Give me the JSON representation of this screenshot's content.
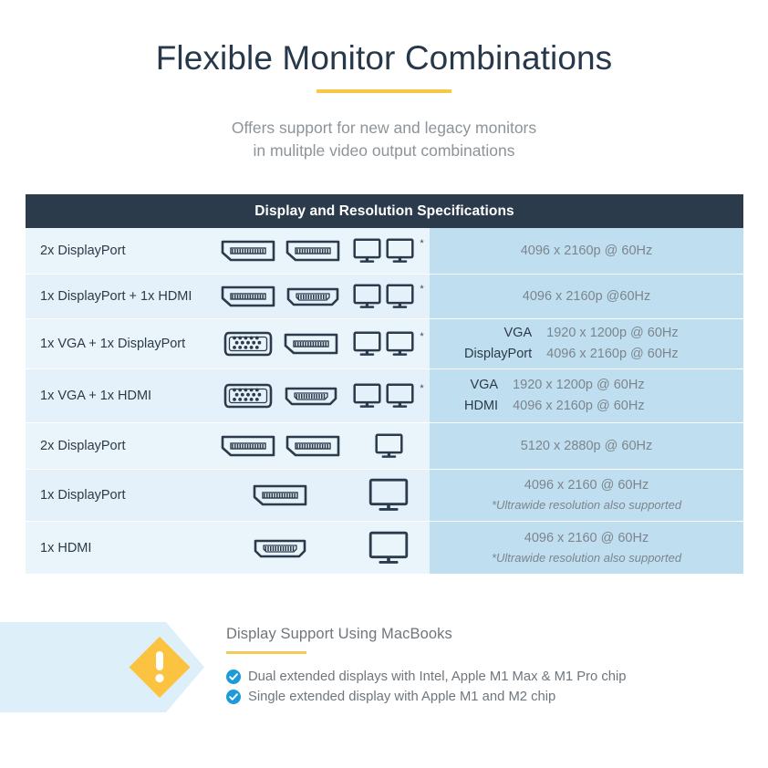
{
  "hero": {
    "title": "Flexible Monitor Combinations",
    "subtitle_line1": "Offers support for new and legacy monitors",
    "subtitle_line2": "in mulitple video output combinations",
    "accent_color": "#f9c648"
  },
  "table": {
    "header": "Display and Resolution Specifications",
    "header_bg": "#2b3b4c",
    "left_bg": "#eaf4fb",
    "right_bg": "#bfdff1",
    "rows": [
      {
        "label": "2x DisplayPort",
        "connectors": [
          "displayport",
          "displayport"
        ],
        "monitors": 2,
        "monitor_size": "small",
        "asterisk": true,
        "resolution": "4096 x 2160p @ 60Hz",
        "resolution_mode": "single"
      },
      {
        "label": "1x DisplayPort + 1x HDMI",
        "connectors": [
          "displayport",
          "hdmi"
        ],
        "monitors": 2,
        "monitor_size": "small",
        "asterisk": true,
        "resolution": "4096 x 2160p @60Hz",
        "resolution_mode": "single"
      },
      {
        "label": "1x VGA + 1x DisplayPort",
        "connectors": [
          "vga",
          "displayport"
        ],
        "monitors": 2,
        "monitor_size": "small",
        "asterisk": true,
        "resolution_mode": "pair",
        "names": [
          "VGA",
          "DisplayPort"
        ],
        "values": [
          "1920 x 1200p @ 60Hz",
          "4096 x 2160p @ 60Hz"
        ]
      },
      {
        "label": "1x VGA + 1x HDMI",
        "connectors": [
          "vga",
          "hdmi"
        ],
        "monitors": 2,
        "monitor_size": "small",
        "asterisk": true,
        "resolution_mode": "pair",
        "names": [
          "VGA",
          "HDMI"
        ],
        "values": [
          "1920 x 1200p @ 60Hz",
          "4096 x 2160p @ 60Hz"
        ]
      },
      {
        "label": "2x DisplayPort",
        "connectors": [
          "displayport",
          "displayport"
        ],
        "monitors": 1,
        "monitor_size": "small",
        "asterisk": false,
        "resolution": "5120 x 2880p @ 60Hz",
        "resolution_mode": "single"
      },
      {
        "label": "1x DisplayPort",
        "connectors": [
          "displayport"
        ],
        "monitors": 1,
        "monitor_size": "large",
        "asterisk": false,
        "resolution_mode": "note",
        "resolution": "4096 x 2160 @ 60Hz",
        "note": "*Ultrawide resolution also supported"
      },
      {
        "label": "1x HDMI",
        "connectors": [
          "hdmi"
        ],
        "monitors": 1,
        "monitor_size": "large",
        "asterisk": false,
        "resolution_mode": "note",
        "resolution": "4096 x 2160 @ 60Hz",
        "note": "*Ultrawide resolution also supported"
      }
    ]
  },
  "note_panel": {
    "icon_name": "warning-diamond-icon",
    "band_color": "#ddeff9",
    "diamond_color": "#fbc33f",
    "title": "Display Support Using MacBooks",
    "rule_color": "#f6c855",
    "check_color": "#1d9bd8",
    "items": [
      "Dual extended displays with Intel, Apple M1 Max & M1 Pro chip",
      "Single extended display with Apple M1 and M2 chip"
    ]
  }
}
